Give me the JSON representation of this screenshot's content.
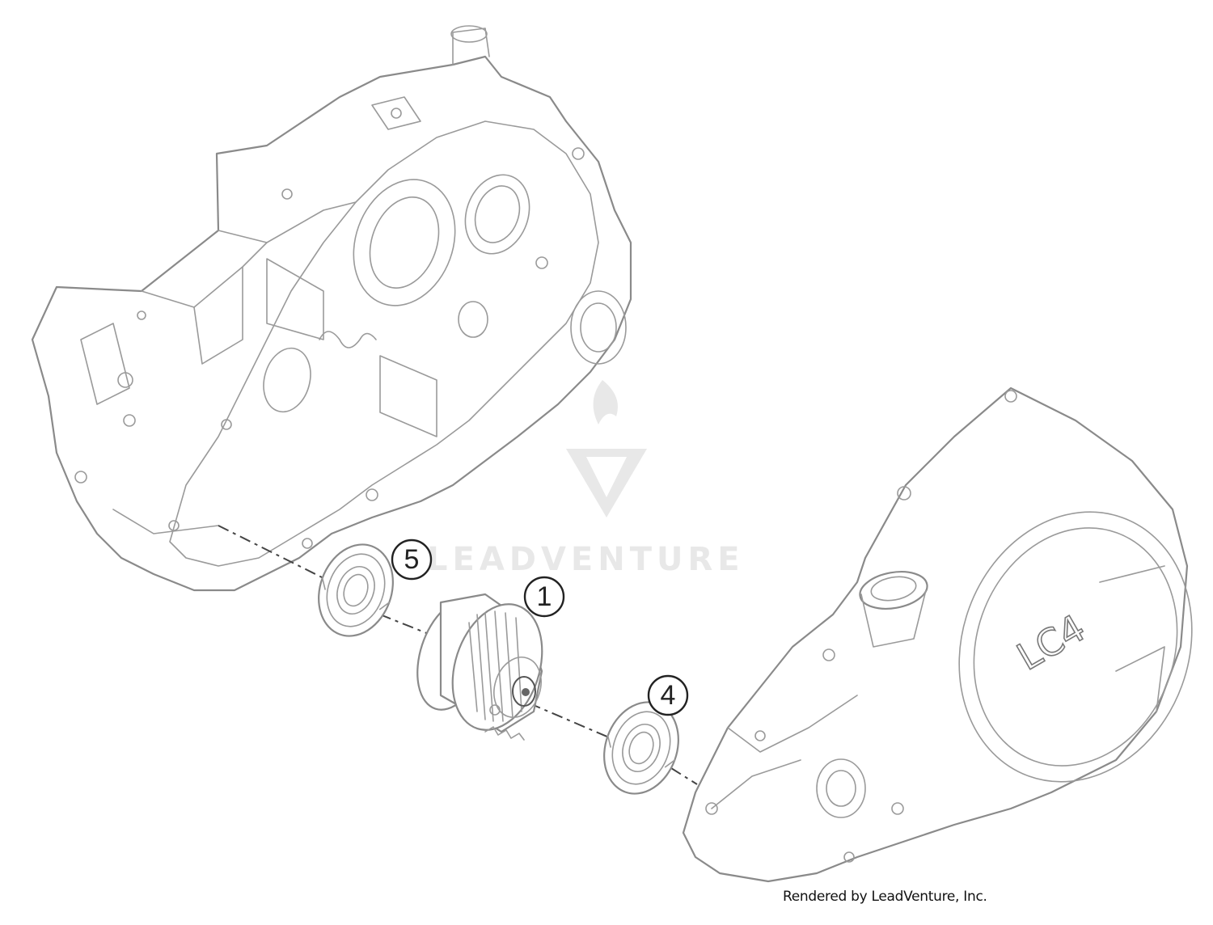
{
  "watermark": {
    "brand": "LEADVENTURE"
  },
  "cover_marking": "LC4",
  "callouts": [
    {
      "number": "1"
    },
    {
      "number": "4"
    },
    {
      "number": "5"
    }
  ],
  "credit": "Rendered by LeadVenture, Inc.",
  "colors": {
    "line": "#8a8a8a",
    "callout": "#222222",
    "background": "#ffffff",
    "watermark": "#e6e6e6"
  }
}
